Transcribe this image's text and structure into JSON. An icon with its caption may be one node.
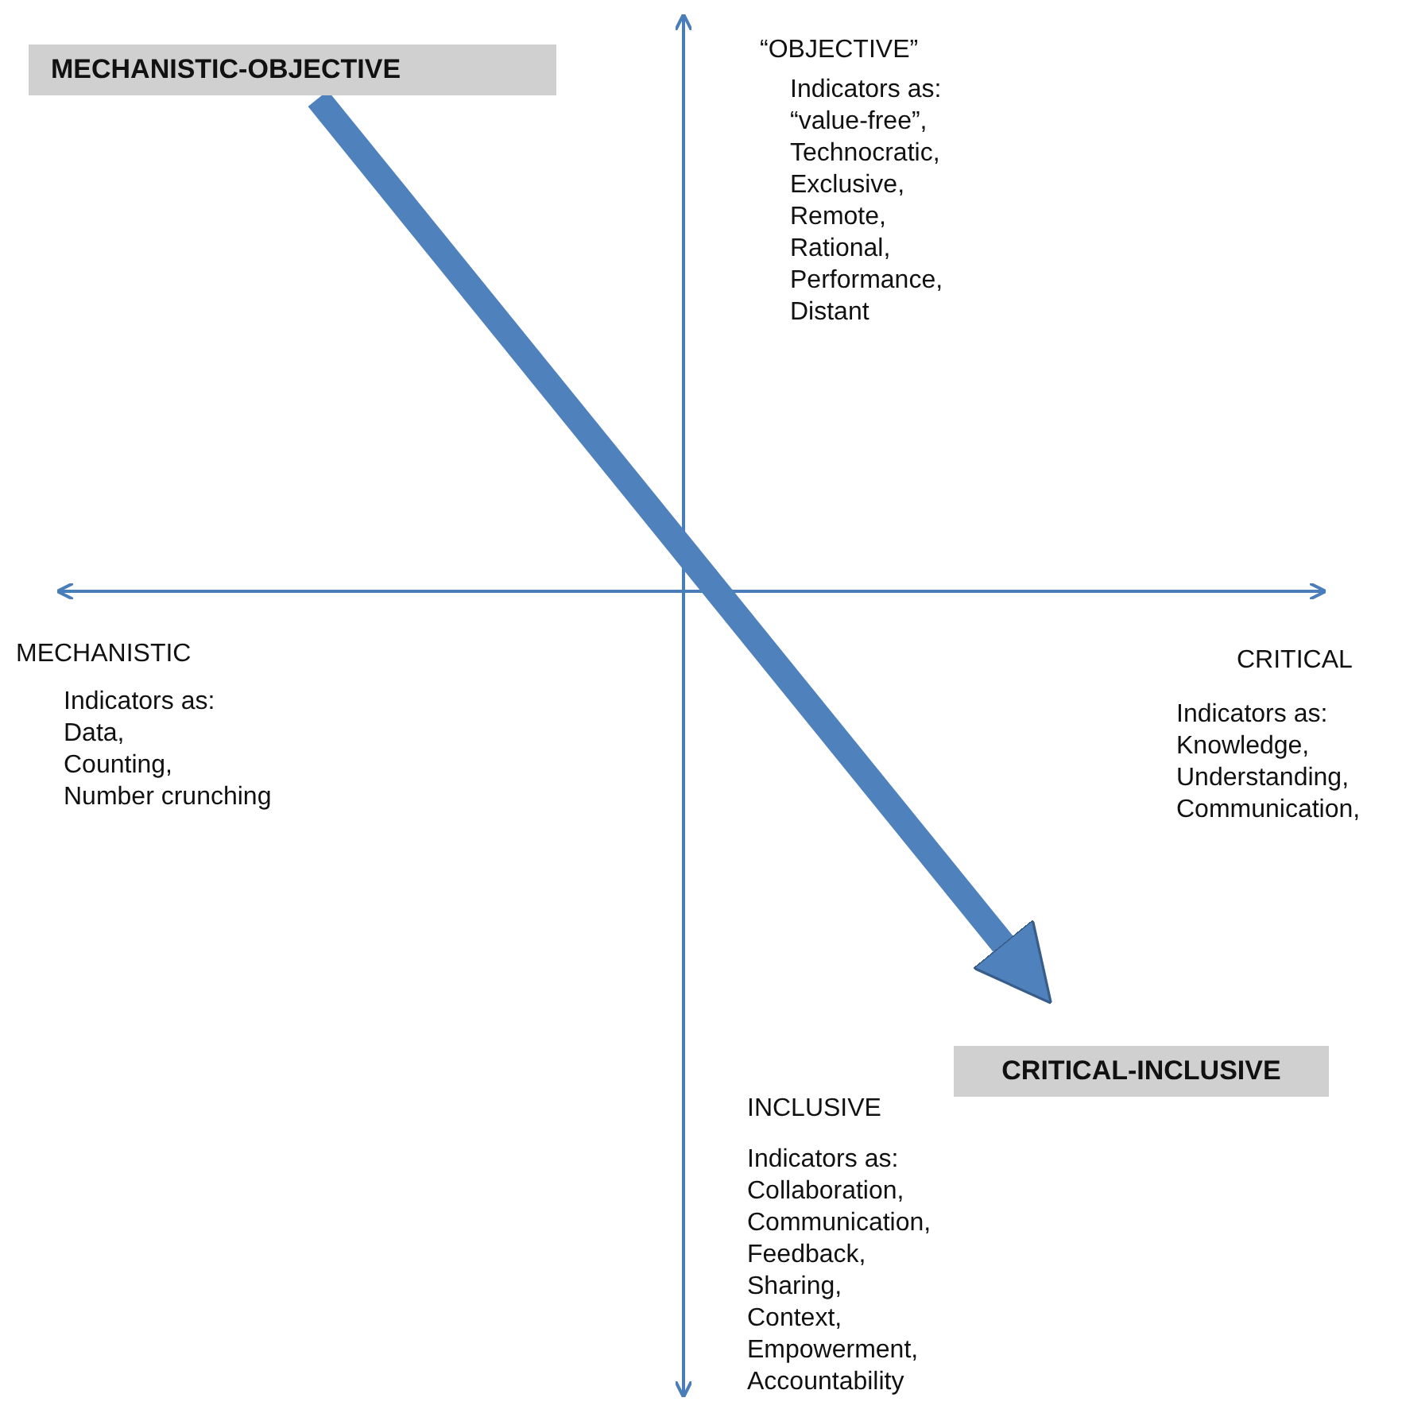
{
  "diagram": {
    "nodes": [
      {
        "text": [
          "MECHANISTIC-OBJECTIVE"
        ]
      },
      {
        "text": [
          "CRITICAL-INCLUSIVE"
        ]
      }
    ],
    "edges": [
      {
        "from": 0,
        "to": 1,
        "arrow": "to"
      }
    ],
    "labels": [
      "“OBJECTIVE”",
      "Indicators as: “value-free”, Technocratic, Exclusive, Remote, Rational, Performance, Distant",
      "MECHANISTIC",
      "Indicators as: Data, Counting, Number crunching",
      "CRITICAL",
      "Indicators as: Knowledge, Understanding, Communication,",
      "INCLUSIVE",
      "Indicators as: Collaboration, Communication, Feedback, Sharing, Context, Empowerment, Accountability"
    ]
  }
}
